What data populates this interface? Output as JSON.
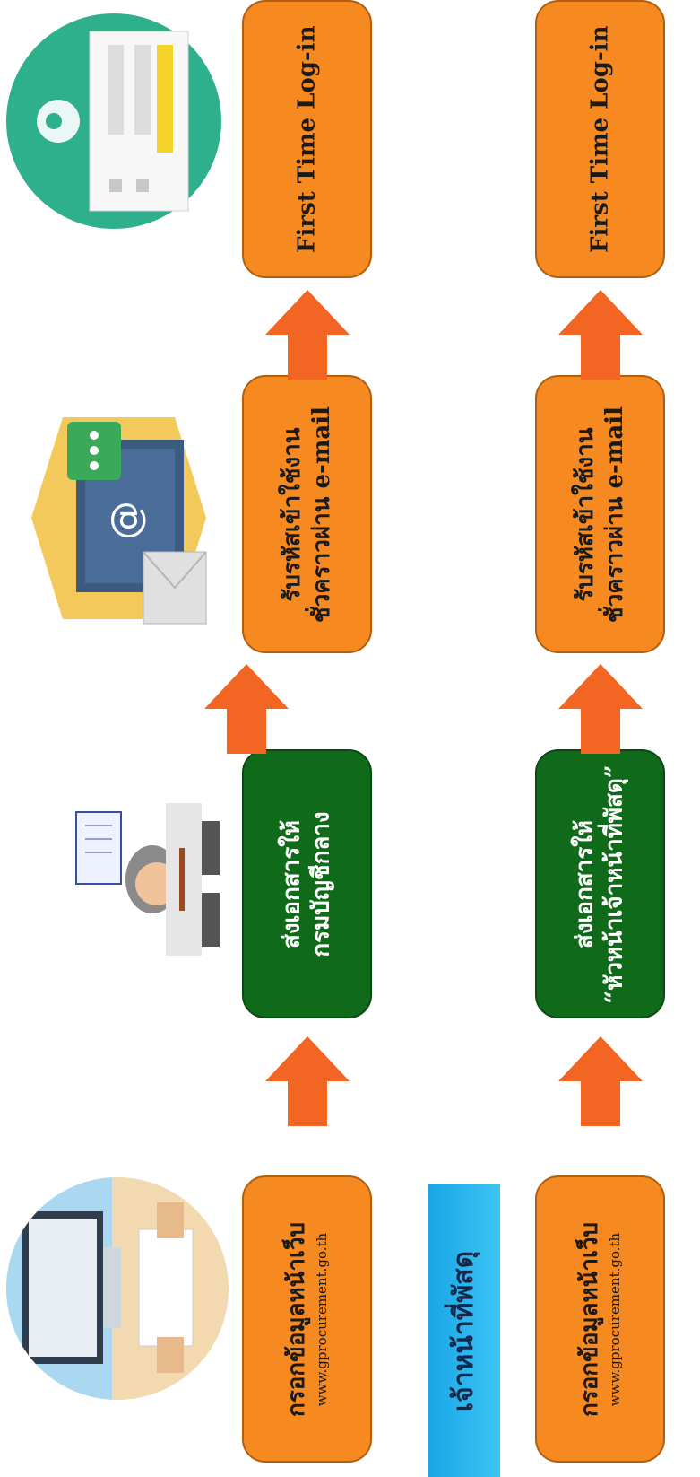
{
  "row1": {
    "step1": {
      "title": "กรอกข้อมูลหน้าเว็บ",
      "sub": "www.gprocurement.go.th"
    },
    "step2": {
      "title": "ส่งเอกสารให้",
      "sub": "กรมบัญชีกลาง"
    },
    "step3": {
      "title": "รับรหัสเข้าใช้งาน",
      "sub": "ชั่วคราวผ่าน e-mail"
    },
    "step4": {
      "title": "First Time Log-in"
    }
  },
  "label": "เจ้าหน้าที่พัสดุ",
  "row2": {
    "step1": {
      "title": "กรอกข้อมูลหน้าเว็บ",
      "sub": "www.gprocurement.go.th"
    },
    "step2": {
      "title": "ส่งเอกสารให้",
      "sub": "“หัวหน้าเจ้าหน้าที่พัสดุ”"
    },
    "step3": {
      "title": "รับรหัสเข้าใช้งาน",
      "sub": "ชั่วคราวผ่าน e-mail"
    },
    "step4": {
      "title": "First Time Log-in"
    }
  },
  "colors": {
    "orange": "#f6891f",
    "green": "#0f6b1a",
    "arrow": "#f26522",
    "label": "#19a6e6"
  }
}
